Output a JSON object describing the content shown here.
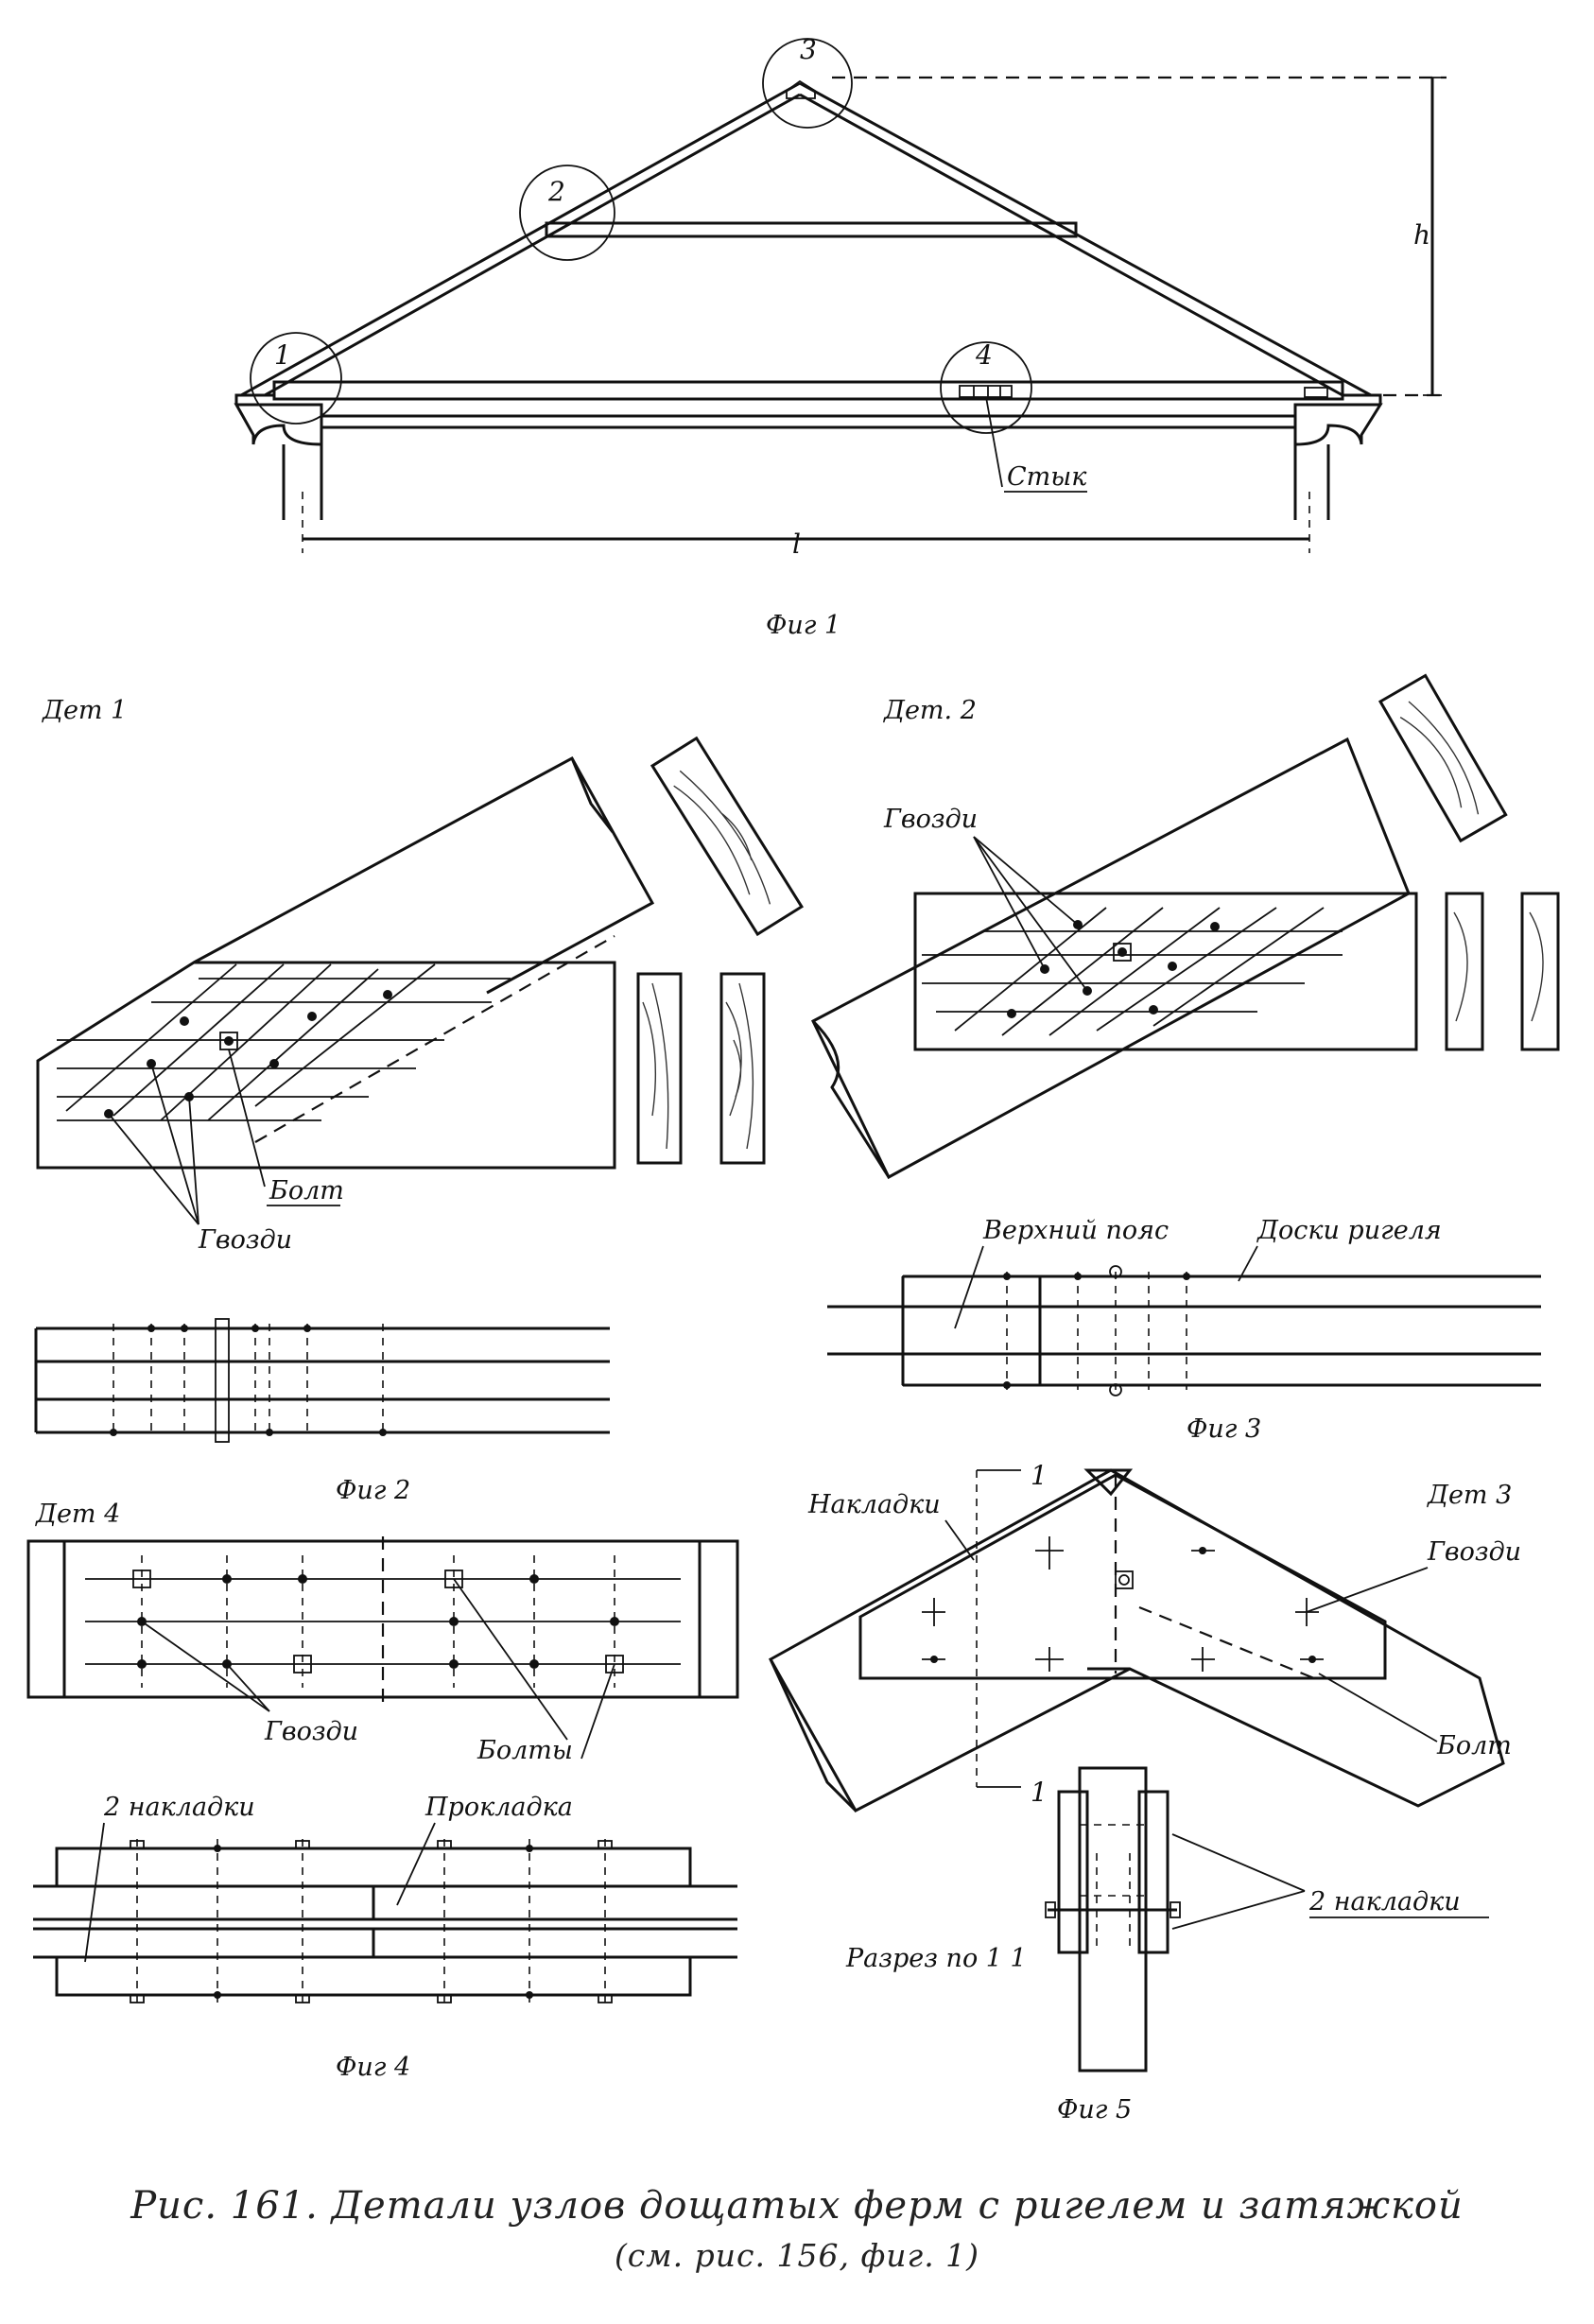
{
  "fig1": {
    "title": "Фиг 1",
    "node_labels": [
      "1",
      "2",
      "3",
      "4"
    ],
    "height_label": "h",
    "span_label": "l",
    "joint_label": "Стык"
  },
  "det1": {
    "title": "Дет 1",
    "bolt_label": "Болт",
    "nails_label": "Гвозди"
  },
  "fig2": {
    "title": "Фиг 2"
  },
  "det2": {
    "title": "Дет. 2",
    "nails_label": "Гвозди"
  },
  "fig3": {
    "title": "Фиг 3",
    "upper_chord_label": "Верхний пояс",
    "beam_boards_label": "Доски ригеля"
  },
  "det4": {
    "title": "Дет 4",
    "nails_label": "Гвозди",
    "bolts_label": "Болты"
  },
  "fig4": {
    "title": "Фиг 4",
    "plates_label": "2 накладки",
    "spacer_label": "Прокладка"
  },
  "det3": {
    "title": "Дет 3",
    "plates_label": "Накладки",
    "nails_label": "Гвозди",
    "bolt_label": "Болт",
    "section_mark": "1"
  },
  "fig5": {
    "title": "Фиг 5",
    "section_label": "Разрез по 1 1",
    "plates_label": "2 накладки"
  },
  "caption": {
    "line1": "Рис. 161. Детали узлов дощатых ферм с ригелем и затяжкой",
    "line2": "(см. рис. 156, фиг. 1)"
  }
}
